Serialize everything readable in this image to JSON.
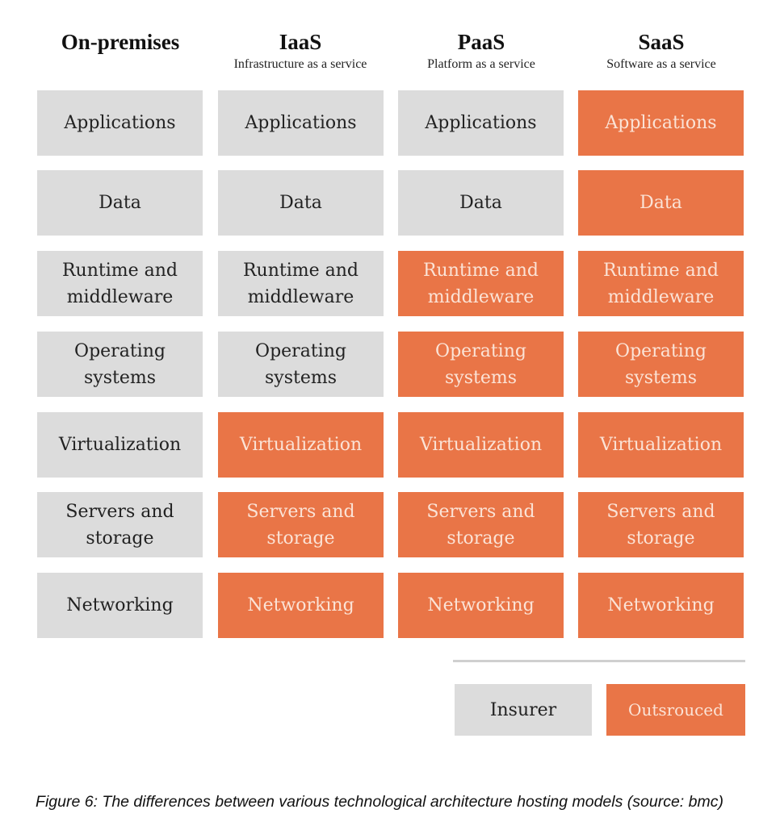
{
  "columns": [
    {
      "title": "On-premises",
      "subtitle": ""
    },
    {
      "title": "IaaS",
      "subtitle": "Infrastructure as a service"
    },
    {
      "title": "PaaS",
      "subtitle": "Platform as a service"
    },
    {
      "title": "SaaS",
      "subtitle": "Software as a service"
    }
  ],
  "rows": [
    {
      "label": "Applications",
      "status": [
        "insurer",
        "insurer",
        "insurer",
        "outsourced"
      ]
    },
    {
      "label": "Data",
      "status": [
        "insurer",
        "insurer",
        "insurer",
        "outsourced"
      ]
    },
    {
      "label": "Runtime and middleware",
      "status": [
        "insurer",
        "insurer",
        "outsourced",
        "outsourced"
      ]
    },
    {
      "label": "Operating systems",
      "status": [
        "insurer",
        "insurer",
        "outsourced",
        "outsourced"
      ]
    },
    {
      "label": "Virtualization",
      "status": [
        "insurer",
        "outsourced",
        "outsourced",
        "outsourced"
      ]
    },
    {
      "label": "Servers and storage",
      "status": [
        "insurer",
        "outsourced",
        "outsourced",
        "outsourced"
      ]
    },
    {
      "label": "Networking",
      "status": [
        "insurer",
        "outsourced",
        "outsourced",
        "outsourced"
      ]
    }
  ],
  "legend": {
    "insurer": "Insurer",
    "outsourced": "Outsrouced"
  },
  "colors": {
    "insurer": "#dcdcdc",
    "outsourced": "#e97547"
  },
  "caption": "Figure 6: The differences between various technological architecture hosting models (source: bmc)"
}
